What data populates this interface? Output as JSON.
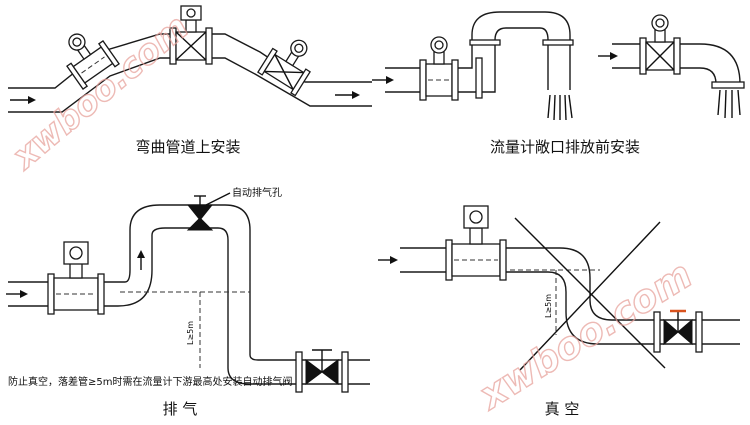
{
  "captions": {
    "bent_pipe": "弯曲管道上安装",
    "open_discharge": "流量计敞口排放前安装",
    "venting": "排    气",
    "vacuum": "真    空"
  },
  "labels": {
    "auto_vent": "自动排气孔",
    "drop_length": "L≥5m",
    "drop_length_vacuum": "L≥5m",
    "vacuum_note": "防止真空，落差管≥5m时需在流量计下游最高处安装自动排气阀"
  },
  "watermarks": [
    "xwboo.com",
    "xwboo.com"
  ],
  "colors": {
    "line": "#1a1a1a",
    "watermark": "#e8a39d",
    "valve_handle_top": "#d9531e"
  }
}
